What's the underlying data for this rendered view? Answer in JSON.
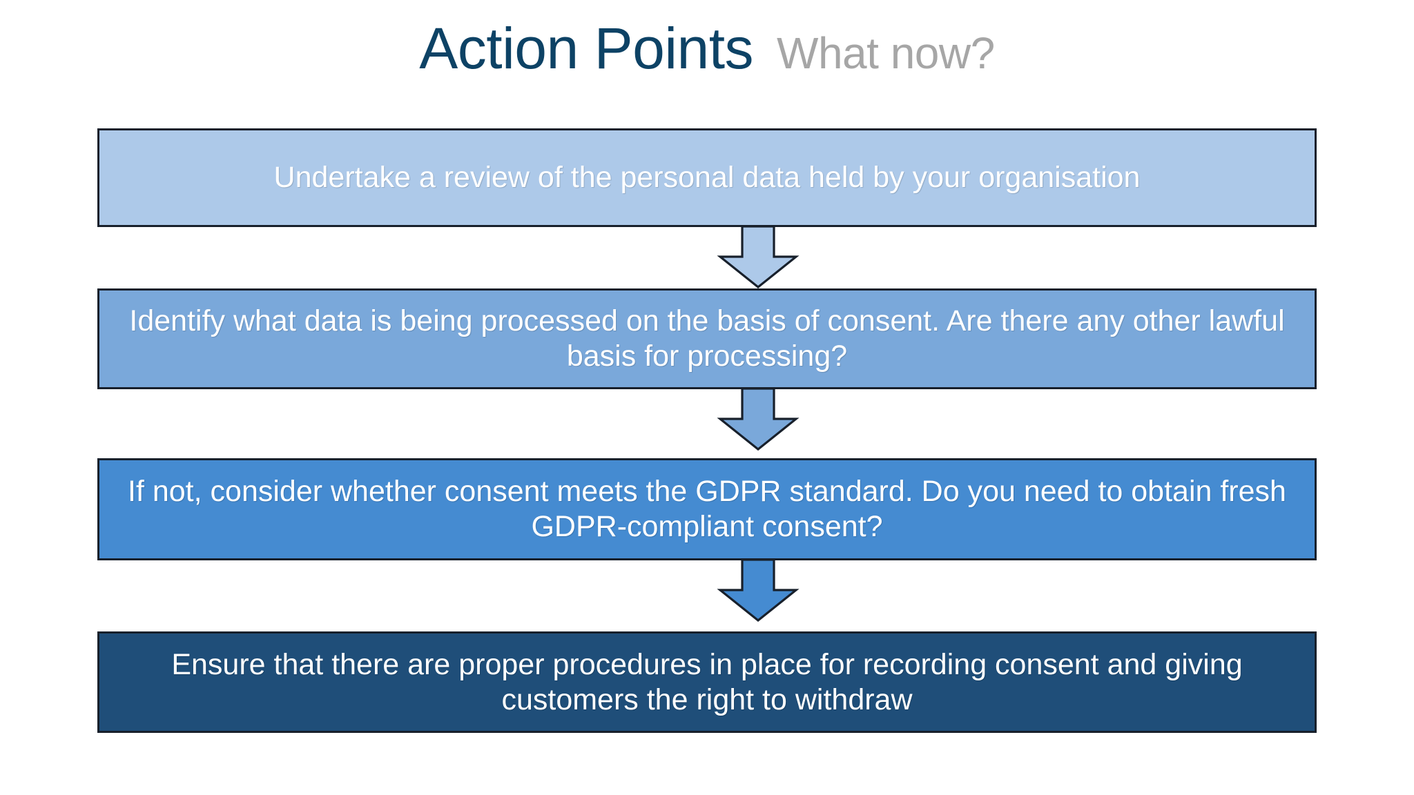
{
  "slide": {
    "title_main": "Action Points",
    "title_sub": "What now?",
    "title_main_color": "#0d4265",
    "title_sub_color": "#a6a6a6",
    "background_color": "#ffffff"
  },
  "flow": {
    "orientation": "vertical",
    "connector_icon": "down-arrow-icon",
    "steps": [
      {
        "index": 1,
        "text": "Undertake a review of the personal data held by your organisation",
        "fill": "#adc9e9",
        "border": "#18202b",
        "text_color": "#ffffff"
      },
      {
        "index": 2,
        "text": "Identify what data is being processed on the basis of consent.  Are there any other lawful basis for processing?",
        "fill": "#7aa8da",
        "border": "#18202b",
        "text_color": "#ffffff"
      },
      {
        "index": 3,
        "text": "If not, consider whether consent meets the GDPR standard.  Do you need to obtain fresh GDPR-compliant consent?",
        "fill": "#458bd1",
        "border": "#18202b",
        "text_color": "#ffffff"
      },
      {
        "index": 4,
        "text": "Ensure that there are proper procedures in place for recording consent and giving customers the right to withdraw",
        "fill": "#1f4e79",
        "border": "#18202b",
        "text_color": "#ffffff"
      }
    ],
    "arrows": [
      {
        "index": 1,
        "from_step": 1,
        "to_step": 2,
        "fill": "#adc9e9"
      },
      {
        "index": 2,
        "from_step": 2,
        "to_step": 3,
        "fill": "#7aa8da"
      },
      {
        "index": 3,
        "from_step": 3,
        "to_step": 4,
        "fill": "#458bd1"
      }
    ]
  }
}
